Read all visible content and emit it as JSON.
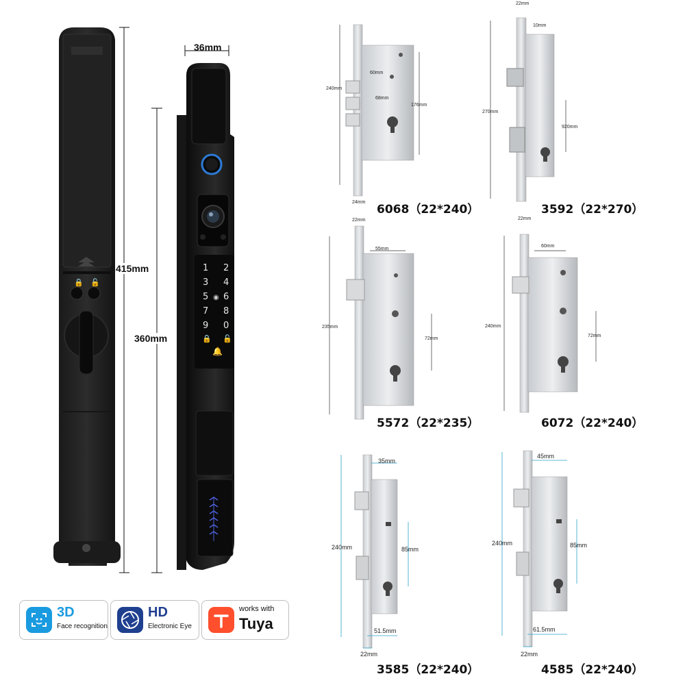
{
  "main_lock": {
    "front_height_label": "415mm",
    "side_height_label": "360mm",
    "width_label": "36mm",
    "keypad_keys": [
      "1",
      "2",
      "3",
      "4",
      "5",
      "6",
      "7",
      "8",
      "9",
      "0"
    ]
  },
  "mortise_locks": [
    {
      "model": "6068（22*240）",
      "dims": [
        "240mm",
        "60mm",
        "176mm",
        "68mm",
        "24mm"
      ]
    },
    {
      "model": "3592（22*270）",
      "dims": [
        "22mm",
        "10mm",
        "270mm",
        "920mm"
      ]
    },
    {
      "model": "5572（22*235）",
      "dims": [
        "22mm",
        "55mm",
        "235mm",
        "72mm"
      ]
    },
    {
      "model": "6072（22*240）",
      "dims": [
        "22mm",
        "60mm",
        "240mm",
        "72mm"
      ]
    },
    {
      "model": "3585（22*240）",
      "dims": [
        "35mm",
        "240mm",
        "85mm",
        "51.5mm",
        "22mm"
      ]
    },
    {
      "model": "4585（22*240）",
      "dims": [
        "45mm",
        "240mm",
        "85mm",
        "61.5mm",
        "22mm"
      ]
    }
  ],
  "badges": [
    {
      "big": "3D",
      "small": "Face recognition",
      "icon": "face-scan-icon",
      "color": "#1a9be0"
    },
    {
      "big": "HD",
      "small": "Electronic Eye",
      "icon": "camera-aperture-icon",
      "color": "#1f3f8f"
    },
    {
      "big": "Tuya",
      "small": "works with",
      "icon": "tuya-logo-icon",
      "color": "#ff4f2d"
    }
  ]
}
